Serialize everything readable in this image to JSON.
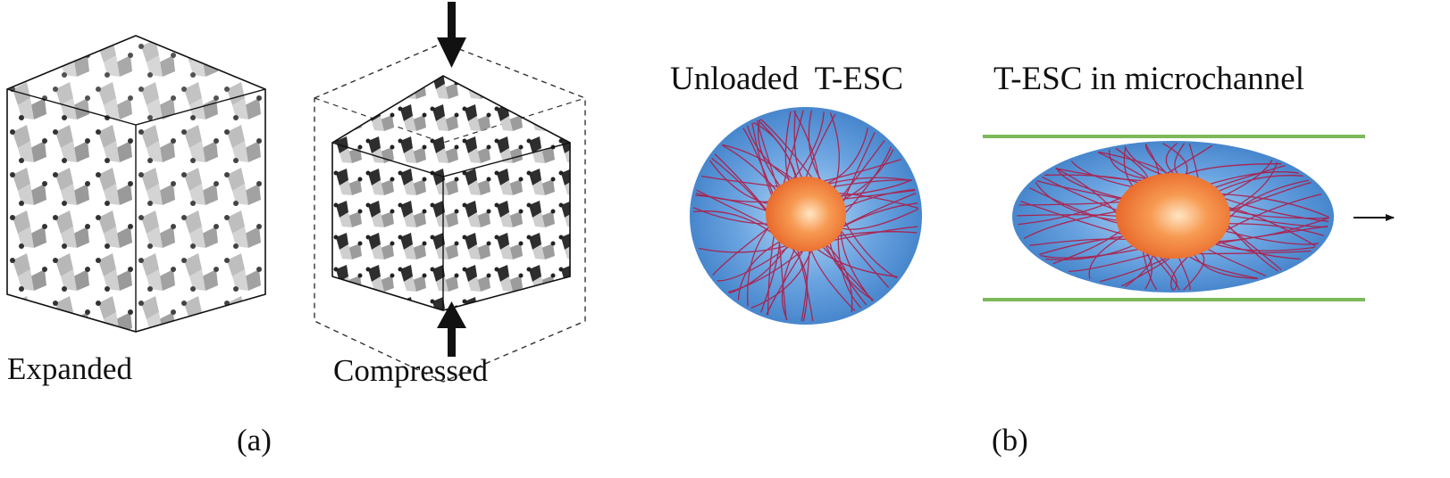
{
  "panel_a": {
    "label": "(a)",
    "expanded": {
      "caption": "Expanded"
    },
    "compressed": {
      "caption": "Compressed"
    }
  },
  "panel_b": {
    "label": "(b)",
    "unloaded": {
      "caption": "Unloaded  T-ESC"
    },
    "in_channel": {
      "caption": "T-ESC in microchannel"
    }
  },
  "colors": {
    "outline": "#111111",
    "lattice_light": "#c8c8c8",
    "lattice_dark": "#2a2a2a",
    "cell_blue": "#4d8fd6",
    "cell_blue_light": "#a8d0f2",
    "nucleus_orange": "#f07d34",
    "nucleus_light": "#ffe2b8",
    "fiber_red": "#b5123c",
    "channel_green": "#7db85a"
  }
}
